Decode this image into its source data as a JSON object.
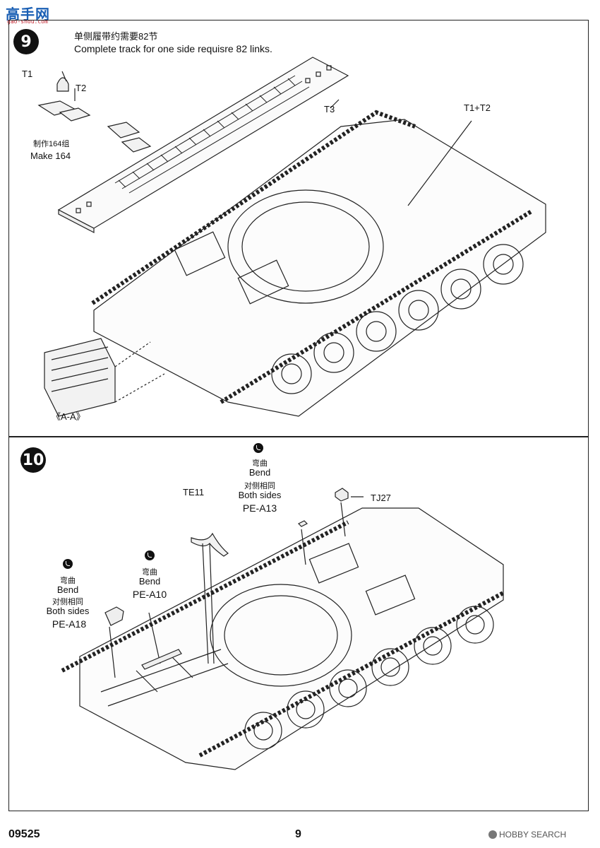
{
  "watermark": {
    "logo_text": "高手网",
    "sub_text": "gao-shou.com"
  },
  "step9": {
    "number": "9",
    "instruction_cn": "单侧履带约需要82节",
    "instruction_en": "Complete track for one side requisre 82 links.",
    "labels": {
      "t1": "T1",
      "t2": "T2",
      "t3": "T3",
      "t1t2": "T1+T2",
      "make_cn": "制作164组",
      "make_en": "Make 164",
      "view": "《A-A》"
    }
  },
  "step10": {
    "number": "10",
    "te11": "TE11",
    "tj27": "TJ27",
    "pe_a13": {
      "bend_cn": "弯曲",
      "bend_en": "Bend",
      "both_cn": "对侧相同",
      "both_en": "Both sides",
      "part": "PE-A13"
    },
    "pe_a10": {
      "bend_cn": "弯曲",
      "bend_en": "Bend",
      "part": "PE-A10"
    },
    "pe_a18": {
      "bend_cn": "弯曲",
      "bend_en": "Bend",
      "both_cn": "对侧相同",
      "both_en": "Both sides",
      "part": "PE-A18"
    }
  },
  "footer": {
    "code": "09525",
    "page": "9",
    "source": "HOBBY SEARCH"
  },
  "colors": {
    "line": "#222222",
    "paper": "#ffffff"
  }
}
